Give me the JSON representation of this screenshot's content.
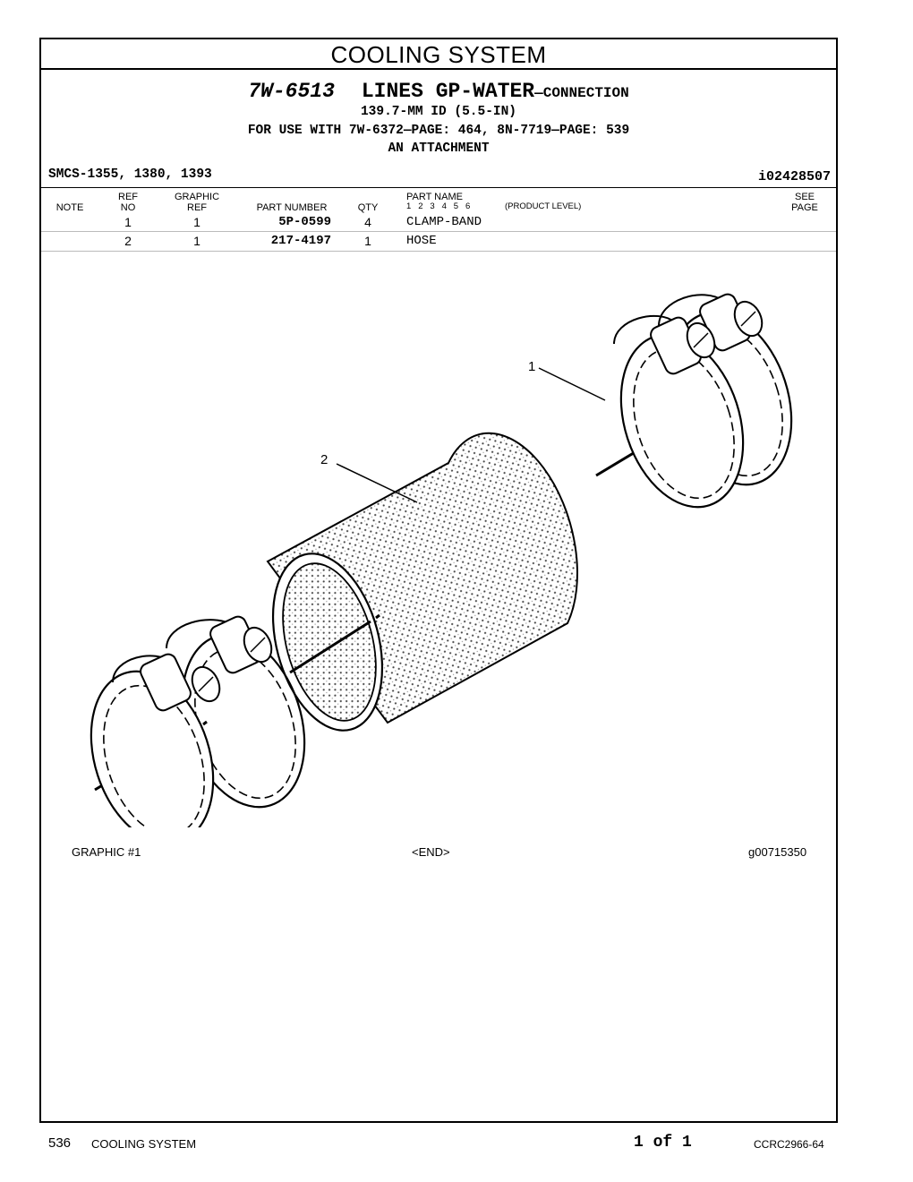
{
  "section_title": "COOLING SYSTEM",
  "group": {
    "part_number": "7W-6513",
    "name_main": "LINES GP-WATER",
    "name_suffix": "—CONNECTION",
    "line1": "139.7-MM ID (5.5-IN)",
    "line2": "FOR USE WITH 7W-6372—PAGE: 464, 8N-7719—PAGE: 539",
    "line3": "AN ATTACHMENT"
  },
  "smcs": "SMCS-1355, 1380, 1393",
  "illustration_id": "i02428507",
  "table": {
    "headers": {
      "note": "NOTE",
      "ref_no_top": "REF",
      "ref_no_bottom": "NO",
      "graphic_top": "GRAPHIC",
      "graphic_bottom": "REF",
      "part_number": "PART NUMBER",
      "qty": "QTY",
      "part_name": "PART NAME",
      "levels": "1   2   3   4   5   6",
      "product_level": "(PRODUCT LEVEL)",
      "see_top": "SEE",
      "see_bottom": "PAGE"
    },
    "rows": [
      {
        "ref_no": "1",
        "graphic_ref": "1",
        "part_number": "5P-0599",
        "qty": "4",
        "part_name": "CLAMP-BAND"
      },
      {
        "ref_no": "2",
        "graphic_ref": "1",
        "part_number": "217-4197",
        "qty": "1",
        "part_name": "HOSE"
      }
    ]
  },
  "callouts": [
    "1",
    "2"
  ],
  "graphic_footer": {
    "left": "GRAPHIC #1",
    "center": "<END>",
    "right": "g00715350"
  },
  "page_footer": {
    "page_number": "536",
    "section": "COOLING SYSTEM",
    "page_of": "1 of 1",
    "doc_code": "CCRC2966-64"
  }
}
